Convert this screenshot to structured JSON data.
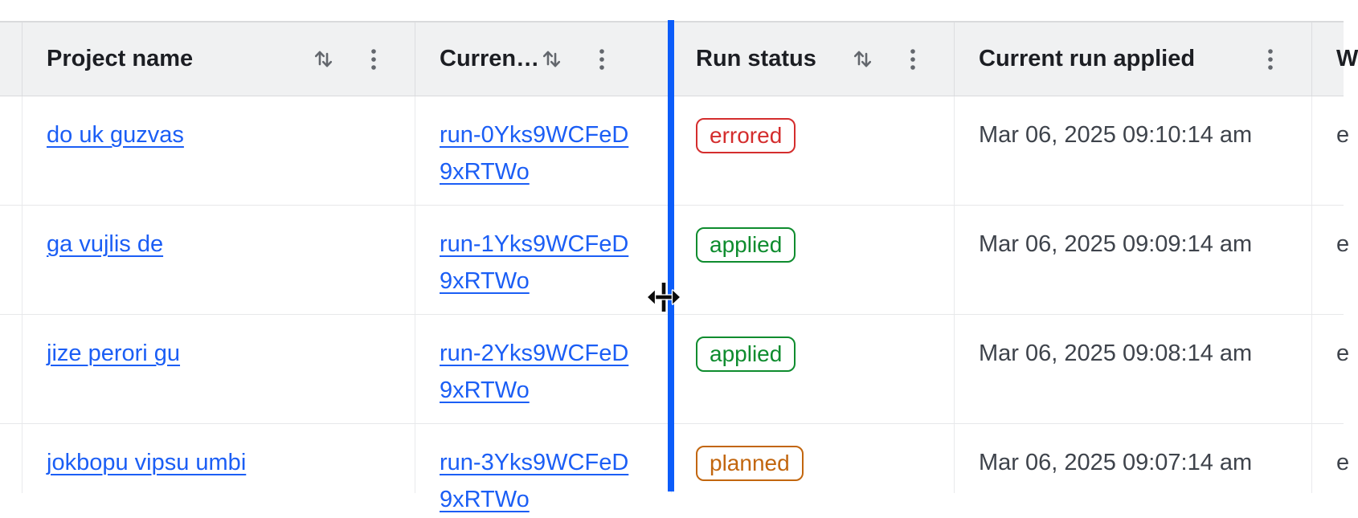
{
  "table": {
    "header": {
      "columns": [
        {
          "id": "spacer",
          "label": ""
        },
        {
          "id": "project",
          "label": "Project name",
          "sortable": true,
          "menu": true
        },
        {
          "id": "current_run",
          "label": "Curren…",
          "sortable": true,
          "menu": true
        },
        {
          "id": "run_status",
          "label": "Run status",
          "sortable": true,
          "menu": true
        },
        {
          "id": "run_applied",
          "label": "Current run applied",
          "sortable": false,
          "menu": true
        },
        {
          "id": "next_truncated",
          "label": "W",
          "sortable": false,
          "menu": false
        }
      ]
    },
    "rows": [
      {
        "project": "do uk guzvas",
        "run_id": "run-0Yks9WCFeD9xRTWo",
        "status": "errored",
        "applied": "Mar 06, 2025 09:10:14 am",
        "next_fragment": "e"
      },
      {
        "project": "ga vujlis de",
        "run_id": "run-1Yks9WCFeD9xRTWo",
        "status": "applied",
        "applied": "Mar 06, 2025 09:09:14 am",
        "next_fragment": "e"
      },
      {
        "project": "jize perori gu",
        "run_id": "run-2Yks9WCFeD9xRTWo",
        "status": "applied",
        "applied": "Mar 06, 2025 09:08:14 am",
        "next_fragment": "e"
      },
      {
        "project": "jokbopu vipsu umbi",
        "run_id": "run-3Yks9WCFeD9xRTWo",
        "status": "planned",
        "applied": "Mar 06, 2025 09:07:14 am",
        "next_fragment": "e"
      }
    ],
    "status_colors": {
      "errored": "#d42d2d",
      "applied": "#0e8c2e",
      "planned": "#c2660e"
    }
  },
  "colors": {
    "link_blue": "#1b5ef5",
    "resize_line_blue": "#0b5cfa",
    "header_bg": "#f0f1f2",
    "body_text": "#3e434b",
    "header_text": "#1c1e23",
    "icon_gray": "#63676d"
  },
  "icons": {
    "sort": "sort-arrows-icon",
    "menu": "kebab-menu-icon",
    "resize": "col-resize-cursor-icon"
  }
}
